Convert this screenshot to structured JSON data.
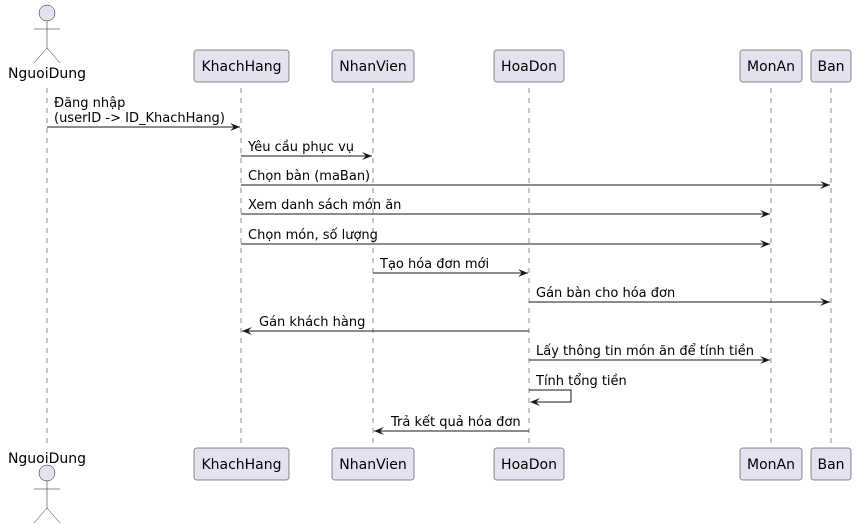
{
  "colors": {
    "participant_fill": "#E2E2F0",
    "line": "#181818",
    "text": "#000000",
    "background": "#FFFFFF"
  },
  "actor": {
    "name": "NguoiDung",
    "icon": "stick-figure-icon"
  },
  "participants": [
    {
      "id": "NguoiDung",
      "label": "NguoiDung",
      "kind": "actor"
    },
    {
      "id": "KhachHang",
      "label": "KhachHang",
      "kind": "participant"
    },
    {
      "id": "NhanVien",
      "label": "NhanVien",
      "kind": "participant"
    },
    {
      "id": "HoaDon",
      "label": "HoaDon",
      "kind": "participant"
    },
    {
      "id": "MonAn",
      "label": "MonAn",
      "kind": "participant"
    },
    {
      "id": "Ban",
      "label": "Ban",
      "kind": "participant"
    }
  ],
  "messages": [
    {
      "from": "NguoiDung",
      "to": "KhachHang",
      "lines": [
        "Đăng nhập",
        "(userID -> ID_KhachHang)"
      ]
    },
    {
      "from": "KhachHang",
      "to": "NhanVien",
      "lines": [
        "Yêu cầu phục vụ"
      ]
    },
    {
      "from": "KhachHang",
      "to": "Ban",
      "lines": [
        "Chọn bàn (maBan)"
      ]
    },
    {
      "from": "KhachHang",
      "to": "MonAn",
      "lines": [
        "Xem danh sách món ăn"
      ]
    },
    {
      "from": "KhachHang",
      "to": "MonAn",
      "lines": [
        "Chọn món, số lượng"
      ]
    },
    {
      "from": "NhanVien",
      "to": "HoaDon",
      "lines": [
        "Tạo hóa đơn mới"
      ]
    },
    {
      "from": "HoaDon",
      "to": "Ban",
      "lines": [
        "Gán bàn cho hóa đơn"
      ]
    },
    {
      "from": "HoaDon",
      "to": "KhachHang",
      "lines": [
        "Gán khách hàng"
      ]
    },
    {
      "from": "HoaDon",
      "to": "MonAn",
      "lines": [
        "Lấy thông tin món ăn để tính tiền"
      ]
    },
    {
      "from": "HoaDon",
      "to": "HoaDon",
      "lines": [
        "Tính tổng tiền"
      ]
    },
    {
      "from": "HoaDon",
      "to": "NhanVien",
      "lines": [
        "Trả kết quả hóa đơn"
      ]
    }
  ]
}
